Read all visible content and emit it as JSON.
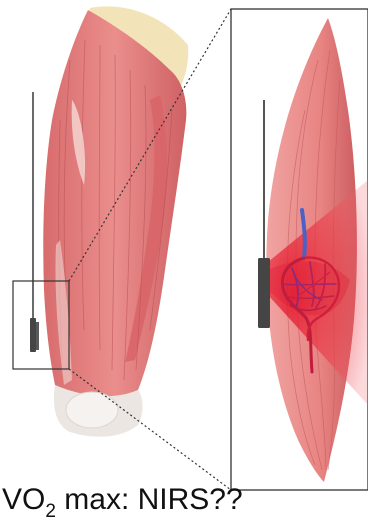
{
  "caption": {
    "vo": "VO",
    "subscript": "2",
    "rest": " max: NIRS??"
  },
  "colors": {
    "muscle": "#e57f7e",
    "muscle_dark": "#c65a5c",
    "muscle_light": "#f2a5a3",
    "tendon": "#efe9e4",
    "fat": "#f3e3b8",
    "nirs_light": "#e8222b",
    "vessel_red": "#d01f3d",
    "vessel_blue": "#4a62c6",
    "probe": "#454545",
    "frame": "#333333"
  },
  "icons": {
    "probe": "nirs-probe-icon",
    "vessels": "capillary-network-icon"
  }
}
